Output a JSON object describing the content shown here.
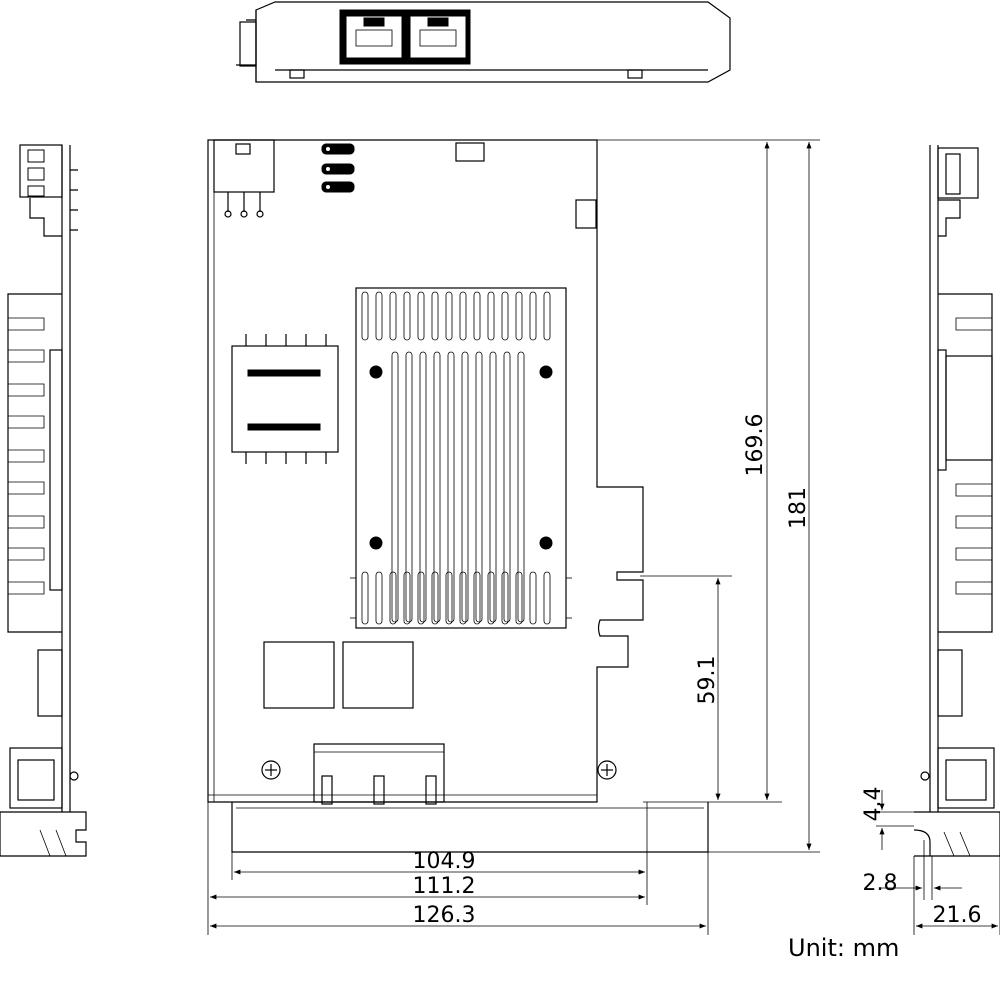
{
  "dimensions": {
    "width_104_9": "104.9",
    "width_111_2": "111.2",
    "width_126_3": "126.3",
    "height_169_6": "169.6",
    "height_181": "181",
    "height_59_1": "59.1",
    "side_4_4": "4.4",
    "side_2_8": "2.8",
    "side_21_6": "21.6"
  },
  "unit_label": "Unit: mm"
}
